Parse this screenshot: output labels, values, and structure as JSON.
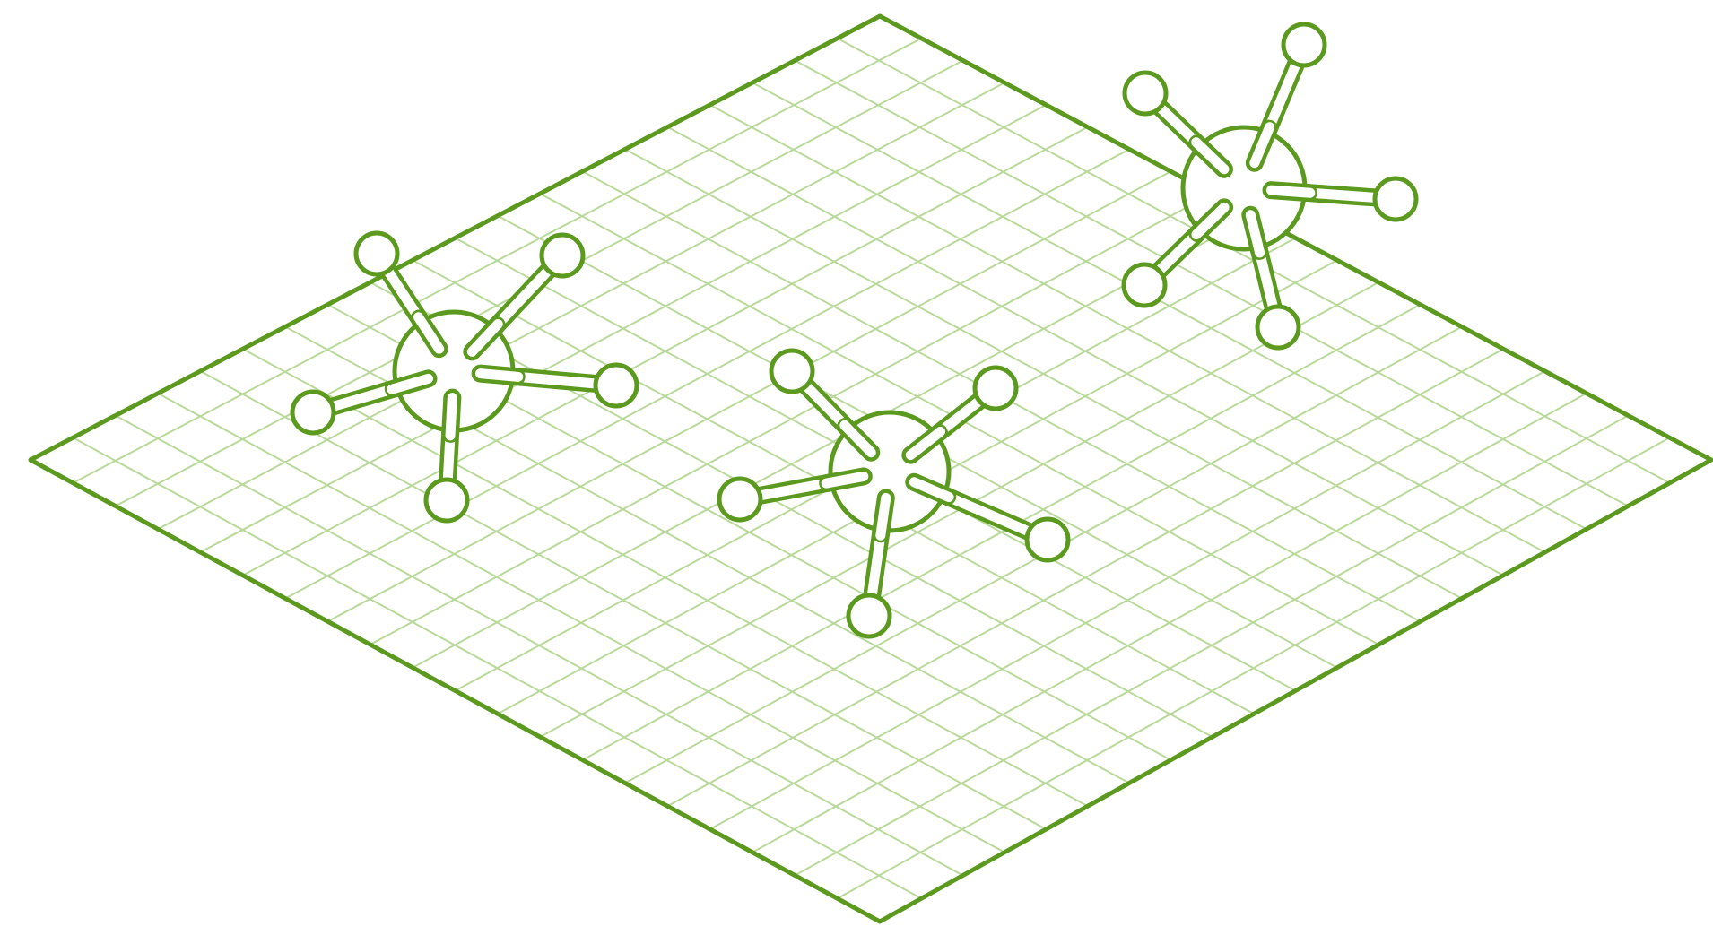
{
  "colors": {
    "background": "#ffffff",
    "outline": "#5b9a1f",
    "grid": "#b9d99a",
    "fill": "#ffffff"
  },
  "plane": {
    "grid_divisions": 20,
    "grid_visible": true
  },
  "molecules": [
    {
      "name": "molecule-left",
      "arms": 5
    },
    {
      "name": "molecule-center",
      "arms": 5
    },
    {
      "name": "molecule-right",
      "arms": 5
    }
  ]
}
